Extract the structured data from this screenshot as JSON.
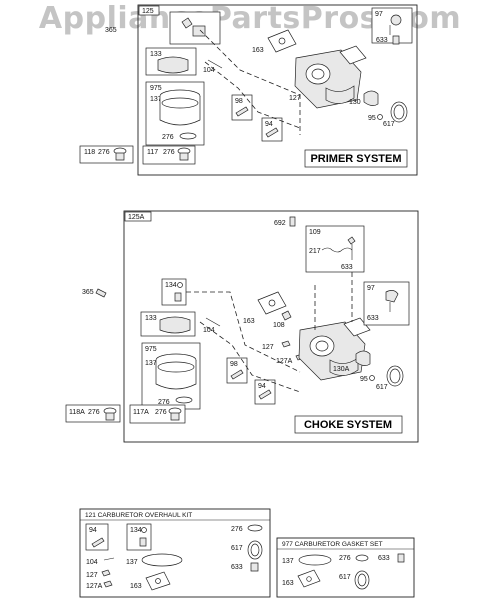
{
  "watermark": "AppliancePartsPros.com",
  "primer": {
    "frame_label": "125",
    "system_label": "PRIMER SYSTEM",
    "parts": [
      "365",
      "133",
      "104",
      "975",
      "137",
      "276",
      "98",
      "94",
      "163",
      "127",
      "97",
      "633",
      "130",
      "95",
      "617",
      "118",
      "276",
      "117",
      "276"
    ]
  },
  "choke": {
    "frame_label": "125A",
    "system_label": "CHOKE SYSTEM",
    "parts": [
      "692",
      "109",
      "217",
      "633",
      "365",
      "134",
      "133",
      "104",
      "163",
      "108",
      "127",
      "127A",
      "97",
      "633",
      "975",
      "137",
      "276",
      "98",
      "94",
      "130A",
      "95",
      "617",
      "118A",
      "276",
      "117A",
      "276"
    ]
  },
  "overhaul_kit": {
    "title": "121 CARBURETOR OVERHAUL KIT",
    "parts": [
      "94",
      "134",
      "104",
      "127",
      "127A",
      "137",
      "163",
      "276",
      "617",
      "633"
    ]
  },
  "gasket_set": {
    "title": "977 CARBURETOR GASKET SET",
    "parts": [
      "137",
      "163",
      "276",
      "633",
      "617"
    ]
  }
}
